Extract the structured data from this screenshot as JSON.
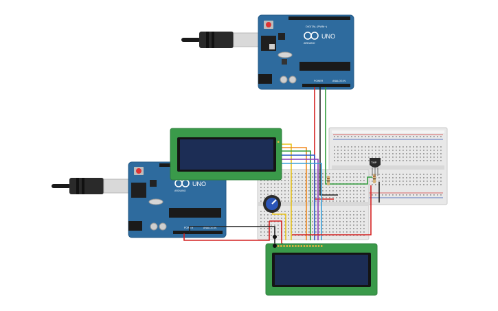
{
  "arduino_top": {
    "board_name": "UNO",
    "brand": "ARDUINO",
    "digital_header": "DIGITAL (PWM~)",
    "power_header": "POWER",
    "analog_header": "ANALOG IN",
    "board_color": "#2e6b9e",
    "accent_color": "#1e4f78"
  },
  "arduino_bottom": {
    "board_name": "UNO",
    "brand": "ARDUINO",
    "power_header": "POWER",
    "analog_header": "ANALOG IN"
  },
  "sensor": {
    "label": "TMP"
  },
  "lcd": {
    "bezel_color": "#3a9a4a",
    "screen_color": "#1c2d55"
  },
  "wire_colors": {
    "red": "#d42020",
    "black": "#222222",
    "green": "#2f9a3a",
    "yellow": "#e8c21a",
    "orange": "#f08a20",
    "blue": "#2a56c8",
    "purple": "#8a3ab8"
  }
}
